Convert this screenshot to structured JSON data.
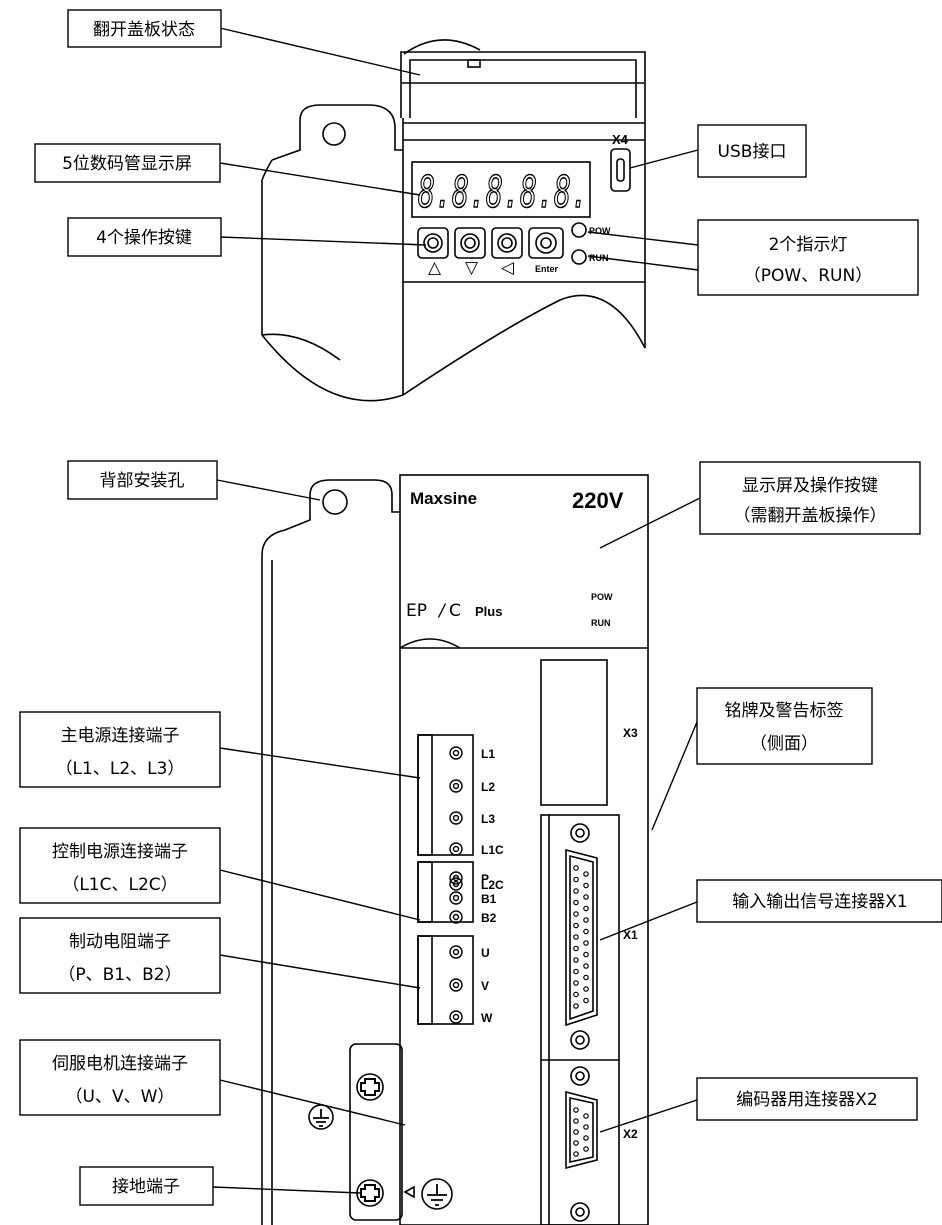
{
  "callouts": {
    "cover_open": "翻开盖板状态",
    "display_5digit": "5位数码管显示屏",
    "keys_4": "4个操作按键",
    "usb": "USB接口",
    "leds_line1": "2个指示灯",
    "leds_line2": "（POW、RUN）",
    "mount_hole": "背部安装孔",
    "display_keys_line1": "显示屏及操作按键",
    "display_keys_line2": "（需翻开盖板操作）",
    "main_power_line1": "主电源连接端子",
    "main_power_line2": "（L1、L2、L3）",
    "ctrl_power_line1": "控制电源连接端子",
    "ctrl_power_line2": "（L1C、L2C）",
    "brake_line1": "制动电阻端子",
    "brake_line2": "（P、B1、B2）",
    "motor_line1": "伺服电机连接端子",
    "motor_line2": "（U、V、W）",
    "ground": "接地端子",
    "nameplate_line1": "铭牌及警告标签",
    "nameplate_line2": "（侧面）",
    "io_connector": "输入输出信号连接器X1",
    "encoder_connector": "编码器用连接器X2"
  },
  "device": {
    "display_digits": "8.8.8.8.8.",
    "x4": "X4",
    "x3": "X3",
    "x1": "X1",
    "x2": "X2",
    "pow": "POW",
    "run": "RUN",
    "enter": "Enter",
    "brand": "Maxsine",
    "voltage": "220V",
    "model": "EP",
    "model_c": "C",
    "model_plus": "Plus",
    "key_up": "△",
    "key_down": "▽",
    "key_shift": "◁",
    "term_main": [
      "L1",
      "L2",
      "L3"
    ],
    "term_ctrl": [
      "L1C",
      "L2C"
    ],
    "term_brake": [
      "P",
      "B1",
      "B2"
    ],
    "term_motor": [
      "U",
      "V",
      "W"
    ]
  }
}
